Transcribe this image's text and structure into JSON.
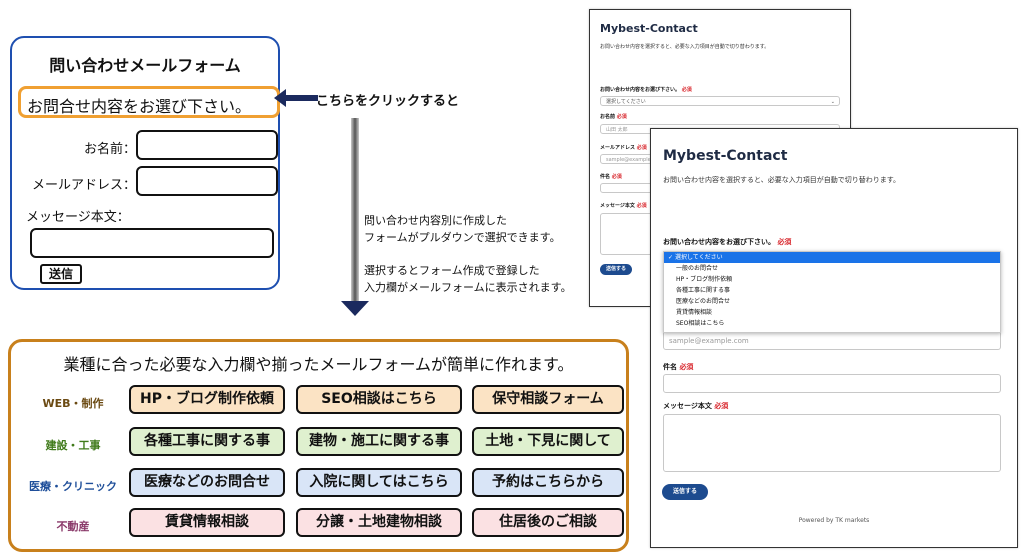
{
  "simple_form": {
    "title": "問い合わせメールフォーム",
    "select_label": "お問合せ内容をお選び下さい。",
    "name_label": "お名前：",
    "email_label": "メールアドレス：",
    "message_label": "メッセージ本文：",
    "submit_label": "送信"
  },
  "annotations": {
    "click_note": "こちらをクリックすると",
    "desc_line1": "問い合わせ内容別に作成した",
    "desc_line2": "フォームがプルダウンで選択できます。",
    "desc_line3": "選択するとフォーム作成で登録した",
    "desc_line4": "入力欄がメールフォームに表示されます。"
  },
  "screenshot_back": {
    "title": "Mybest-Contact",
    "description": "お問い合わせ内容を選択すると、必要な入力項目が自動で切り替わります。",
    "select_label": "お問い合わせ内容をお選び下さい。",
    "required": "必須",
    "select_value": "選択してください",
    "name_label": "お名前",
    "name_placeholder": "山田 太郎",
    "email_label": "メールアドレス",
    "email_placeholder": "sample@example.com",
    "subject_label": "件名",
    "message_label": "メッセージ本文",
    "submit_label": "送信する"
  },
  "screenshot_front": {
    "title": "Mybest-Contact",
    "description": "お問い合わせ内容を選択すると、必要な入力項目が自動で切り替わります。",
    "select_label": "お問い合わせ内容をお選び下さい。",
    "required": "必須",
    "options": [
      "選択してください",
      "一般のお問合せ",
      "HP・ブログ制作依頼",
      "各種工事に関する事",
      "医療などのお問合せ",
      "賃貸情報相談",
      "SEO相談はこちら"
    ],
    "email_placeholder": "sample@example.com",
    "subject_label": "件名",
    "message_label": "メッセージ本文",
    "submit_label": "送信する",
    "footer": "Powered by TK markets"
  },
  "industry": {
    "title": "業種に合った必要な入力欄や揃ったメールフォームが簡単に作れます。",
    "rows": [
      {
        "category": "WEB・制作",
        "color": "#6b4a12",
        "items": [
          "HP・ブログ制作依頼",
          "SEO相談はこちら",
          "保守相談フォーム"
        ]
      },
      {
        "category": "建設・工事",
        "color": "#3f7a1a",
        "items": [
          "各種工事に関する事",
          "建物・施工に関する事",
          "土地・下見に関して"
        ]
      },
      {
        "category": "医療・クリニック",
        "color": "#1f4f9a",
        "items": [
          "医療などのお問合せ",
          "入院に関してはこちら",
          "予約はこちらから"
        ]
      },
      {
        "category": "不動産",
        "color": "#8a3a6a",
        "items": [
          "賃貸情報相談",
          "分譲・土地建物相談",
          "住居後のご相談"
        ]
      }
    ]
  }
}
